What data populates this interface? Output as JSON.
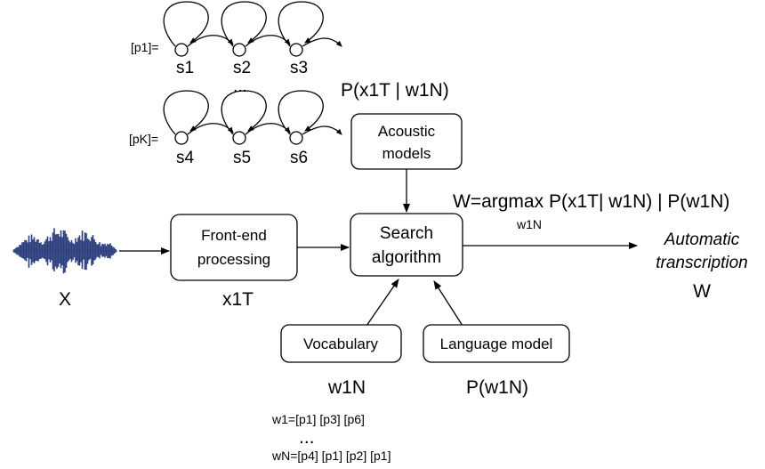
{
  "hmm": {
    "label_top": "[p1]=",
    "label_bottom": "[pK]=",
    "states_top": [
      "s1",
      "s2",
      "s3"
    ],
    "states_bottom": [
      "s4",
      "s5",
      "s6"
    ],
    "ellipsis": "..."
  },
  "nodes": {
    "acoustic": [
      "Acoustic",
      "models"
    ],
    "frontend": [
      "Front-end",
      "processing"
    ],
    "search": [
      "Search",
      "algorithm"
    ],
    "vocabulary": "Vocabulary",
    "language": "Language model"
  },
  "labels": {
    "acoustic_prob": "P(x1T | w1N)",
    "equation": "W=argmax P(x1T| w1N) | P(w1N)",
    "argmax_sub": "w1N",
    "input": "X",
    "features": "x1T",
    "words": "w1N",
    "lm_prob": "P(w1N)",
    "output_title": [
      "Automatic",
      "transcription"
    ],
    "output": "W",
    "pron_1": "w1=[p1] [p3] [p6]",
    "pron_ellipsis": "...",
    "pron_N": "wN=[p4] [p1] [p2] [p1]"
  }
}
